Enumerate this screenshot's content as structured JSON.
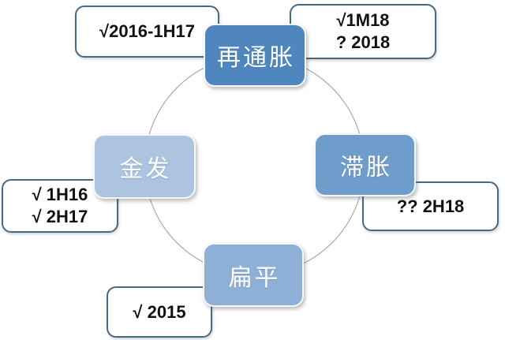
{
  "diagram": {
    "background_color": "#ffffff",
    "circle": {
      "stroke_color": "#9a9a9a"
    },
    "callout_style": {
      "border_color": "#466a85",
      "fill_color": "#ffffff",
      "text_color": "#111111"
    },
    "nodes": [
      {
        "label": "再通胀",
        "color": "#4f86be",
        "text_color": "#ffffff"
      },
      {
        "label": "滞胀",
        "color": "#6e9ccb",
        "text_color": "#ffffff"
      },
      {
        "label": "扁平",
        "color": "#8fb0d6",
        "text_color": "#ffffff"
      },
      {
        "label": "金发",
        "color": "#acc4e0",
        "text_color": "#ffffff"
      }
    ],
    "callouts": [
      {
        "position": "top-left",
        "lines": [
          "√2016-1H17"
        ]
      },
      {
        "position": "top-right",
        "lines": [
          "√1M18",
          "? 2018"
        ]
      },
      {
        "position": "right",
        "lines": [
          "?? 2H18"
        ]
      },
      {
        "position": "bottom",
        "lines": [
          "√ 2015"
        ]
      },
      {
        "position": "left",
        "lines": [
          "√ 1H16",
          "√ 2H17"
        ]
      }
    ]
  }
}
